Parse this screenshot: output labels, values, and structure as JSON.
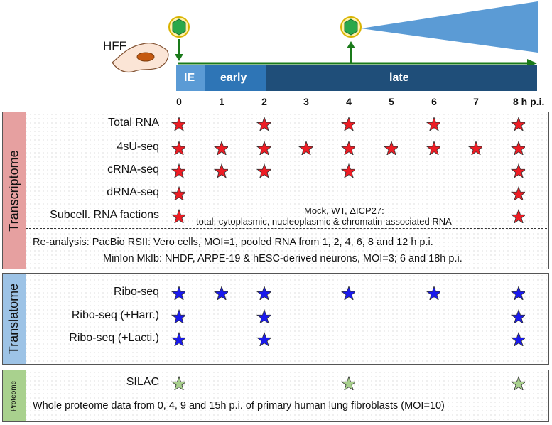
{
  "timeline": {
    "cell_label": "HFF",
    "phases": [
      "IE",
      "early",
      "late"
    ],
    "time_points": [
      "0",
      "1",
      "2",
      "3",
      "4",
      "5",
      "6",
      "7",
      "8 h p.i."
    ]
  },
  "transcriptome": {
    "section_label": "Transcriptome",
    "rows": [
      {
        "label": "Total RNA",
        "times": [
          0,
          2,
          4,
          6,
          8
        ]
      },
      {
        "label": "4sU-seq",
        "times": [
          0,
          1,
          2,
          3,
          4,
          5,
          6,
          7,
          8
        ]
      },
      {
        "label": "cRNA-seq",
        "times": [
          0,
          1,
          2,
          4,
          8
        ]
      },
      {
        "label": "dRNA-seq",
        "times": [
          0,
          8
        ]
      },
      {
        "label": "Subcell. RNA factions",
        "times": [
          0,
          8
        ]
      }
    ],
    "subcell_note_1": "Mock, WT, ΔICP27:",
    "subcell_note_2": "total, cytoplasmic, nucleoplasmic & chromatin-associated RNA",
    "reanalysis_line1": "Re-analysis:  PacBio RSII:   Vero cells, MOI=1, pooled RNA from 1, 2, 4, 6, 8 and 12 h p.i.",
    "reanalysis_line2": "MinIon MkIb:  NHDF, ARPE-19 & hESC-derived neurons, MOI=3; 6 and 18h p.i.",
    "star_color": "#ee1c24"
  },
  "translatome": {
    "section_label": "Translatome",
    "rows": [
      {
        "label": "Ribo-seq",
        "times": [
          0,
          1,
          2,
          4,
          6,
          8
        ]
      },
      {
        "label": "Ribo-seq (+Harr.)",
        "times": [
          0,
          2,
          8
        ]
      },
      {
        "label": "Ribo-seq (+Lacti.)",
        "times": [
          0,
          2,
          8
        ]
      }
    ],
    "star_color": "#1a1aee"
  },
  "proteome": {
    "section_label": "Proteome",
    "rows": [
      {
        "label": "SILAC",
        "times": [
          0,
          4,
          8
        ]
      }
    ],
    "note": "Whole proteome data from 0, 4, 9 and 15h p.i. of primary human lung fibroblasts (MOI=10)",
    "star_color": "#a8d08d"
  }
}
